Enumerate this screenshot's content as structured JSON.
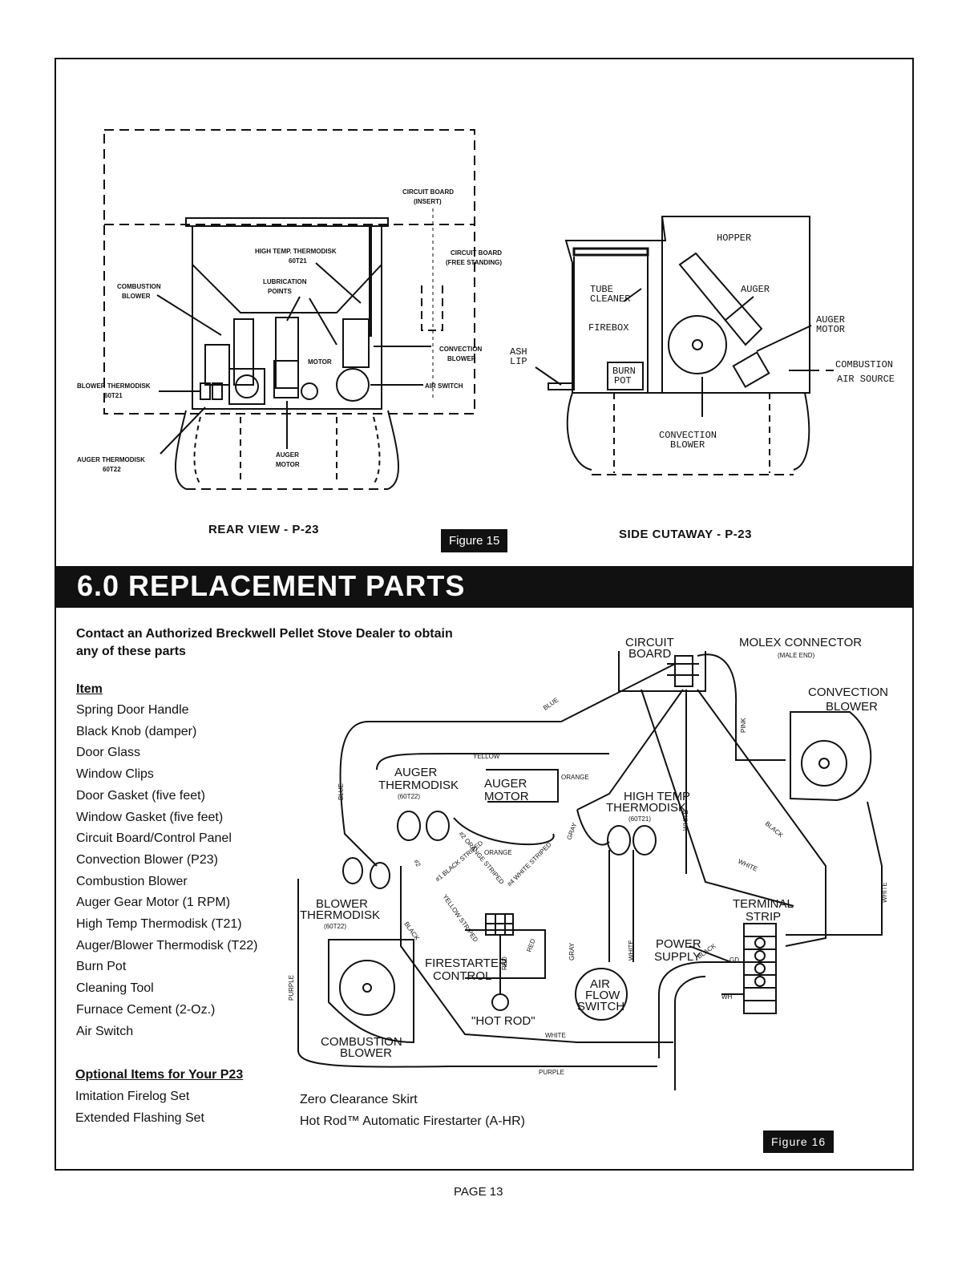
{
  "figure15": {
    "rear_caption": "REAR VIEW - P-23",
    "side_caption": "SIDE CUTAWAY - P-23",
    "tag": "Figure 15",
    "rear_labels": {
      "circuit_board_insert_1": "CIRCUIT BOARD",
      "circuit_board_insert_2": "(INSERT)",
      "high_temp_1": "HIGH TEMP. THERMODISK",
      "high_temp_2": "60T21",
      "circuit_board_free_1": "CIRCUIT BOARD",
      "circuit_board_free_2": "(FREE STANDING)",
      "lubrication_1": "LUBRICATION",
      "lubrication_2": "POINTS",
      "combustion_blower_1": "COMBUSTION",
      "combustion_blower_2": "BLOWER",
      "motor": "MOTOR",
      "convection_blower_1": "CONVECTION",
      "convection_blower_2": "BLOWER",
      "blower_thermodisk_1": "BLOWER THERMODISK",
      "blower_thermodisk_2": "60T21",
      "air_switch": "AIR SWITCH",
      "auger_thermodisk_1": "AUGER THERMODISK",
      "auger_thermodisk_2": "60T22",
      "auger_motor_1": "AUGER",
      "auger_motor_2": "MOTOR"
    },
    "side_labels": {
      "hopper": "HOPPER",
      "tube_cleaner_1": "TUBE",
      "tube_cleaner_2": "CLEANER",
      "auger": "AUGER",
      "auger_motor_1": "AUGER",
      "auger_motor_2": "MOTOR",
      "firebox": "FIREBOX",
      "ash_lip_1": "ASH",
      "ash_lip_2": "LIP",
      "burn_pot_1": "BURN",
      "burn_pot_2": "POT",
      "combustion_air_1": "COMBUSTION",
      "combustion_air_2": "AIR SOURCE",
      "convection_blower_1": "CONVECTION",
      "convection_blower_2": "BLOWER"
    }
  },
  "section": {
    "title": "6.0 REPLACEMENT  PARTS"
  },
  "parts": {
    "contact": "Contact an Authorized Breckwell Pellet Stove Dealer to obtain any of these parts",
    "item_heading": "Item",
    "items": [
      "Spring Door Handle",
      "Black Knob (damper)",
      "Door Glass",
      "Window Clips",
      "Door Gasket (five feet)",
      "Window Gasket (five feet)",
      "Circuit Board/Control Panel",
      "Convection Blower (P23)",
      "Combustion Blower",
      "Auger Gear Motor (1 RPM)",
      "High Temp Thermodisk (T21)",
      "Auger/Blower Thermodisk (T22)",
      "Burn Pot",
      "Cleaning Tool",
      "Furnace Cement (2-Oz.)",
      "Air Switch"
    ],
    "optional_heading": "Optional Items for Your P23",
    "optional_items_left": [
      "Imitation Firelog Set",
      "Extended Flashing Set"
    ],
    "optional_items_right": [
      "Zero Clearance Skirt",
      "Hot Rod™ Automatic Firestarter (A-HR)"
    ]
  },
  "figure16": {
    "tag": "Figure 16",
    "labels": {
      "circuit_board_1": "CIRCUIT",
      "circuit_board_2": "BOARD",
      "molex_1": "MOLEX CONNECTOR",
      "molex_2": "(MALE END)",
      "convection_1": "CONVECTION",
      "convection_2": "BLOWER",
      "auger_thermo_1": "AUGER",
      "auger_thermo_2": "THERMODISK",
      "auger_thermo_3": "(60T22)",
      "auger_motor_1": "AUGER",
      "auger_motor_2": "MOTOR",
      "high_temp_1": "HIGH TEMP",
      "high_temp_2": "THERMODISK",
      "high_temp_3": "(60T21)",
      "blower_thermo_1": "BLOWER",
      "blower_thermo_2": "THERMODISK",
      "blower_thermo_3": "(60T22)",
      "terminal_1": "TERMINAL",
      "terminal_2": "STRIP",
      "power_1": "POWER",
      "power_2": "SUPPLY",
      "firestarter_1": "FIRESTARTER",
      "firestarter_2": "CONTROL",
      "air_flow_1": "AIR",
      "air_flow_2": "FLOW",
      "air_flow_3": "SWITCH",
      "hot_rod": "\"HOT ROD\"",
      "combustion_1": "COMBUSTION",
      "combustion_2": "BLOWER"
    },
    "wires": {
      "blue_top": "BLUE",
      "blue_left": "BLUE",
      "yellow": "YELLOW",
      "orange_top": "ORANGE",
      "orange_bottom": "ORANGE",
      "pink": "PINK",
      "white_center": "WHITE",
      "white_right": "WHITE",
      "white_diag": "WHITE",
      "white_bottom": "WHITE",
      "white_lower": "WHITE",
      "black_right": "BLACK",
      "black_left": "BLACK",
      "black_power": "BLACK",
      "gray_top": "GRAY",
      "gray_bottom": "GRAY",
      "purple_left": "PURPLE",
      "purple_bottom": "PURPLE",
      "red_1": "RED",
      "red_2": "RED",
      "gd": "GD",
      "wh": "WH",
      "stripe_1": "#2 ORANGE STRIPED",
      "stripe_2": "#1 BLACK STRIPED",
      "stripe_3": "#4 WHITE STRIPED",
      "stripe_4": "YELLOW STRIPED",
      "stripe_5": "#2"
    }
  },
  "page": {
    "number": "PAGE 13"
  }
}
